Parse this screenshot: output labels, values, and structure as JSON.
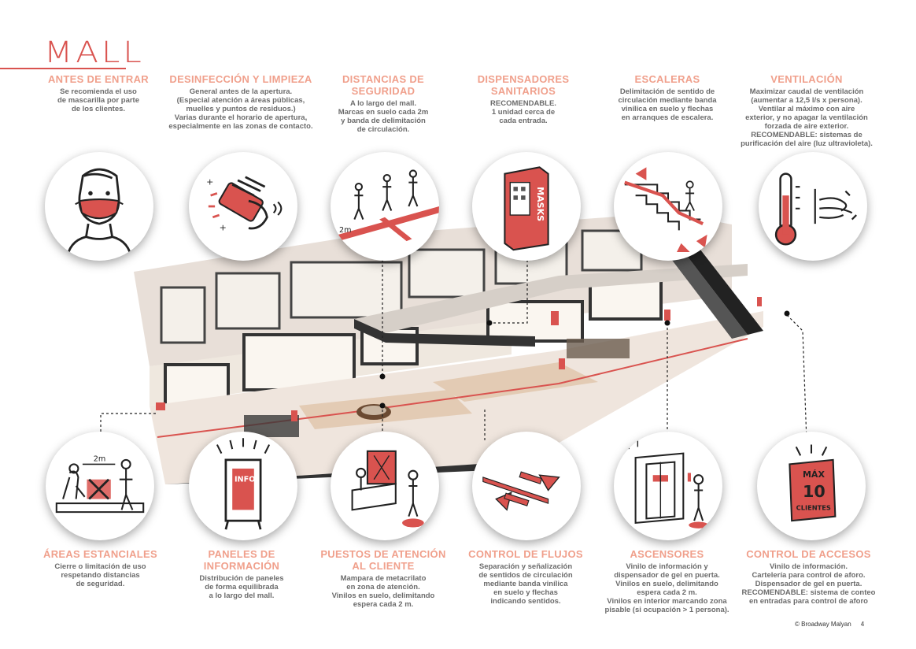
{
  "page": {
    "title": "MALL",
    "credit": "© Broadway Malyan",
    "page_number": "4"
  },
  "colors": {
    "accent": "#d9534f",
    "heading": "#f0a08c",
    "text": "#6b6b6b"
  },
  "top_blocks": [
    {
      "heading": "ANTES DE ENTRAR",
      "lines": [
        "Se recomienda el uso",
        "de mascarilla por parte",
        "de los clientes."
      ],
      "icon": "face-mask-icon"
    },
    {
      "heading": "DESINFECCIÓN Y LIMPIEZA",
      "lines": [
        "General antes de la apertura.",
        "(Especial atención a áreas públicas,",
        "muelles y puntos de residuos.)",
        "Varias durante el horario de apertura,",
        "especialmente en las zonas de contacto."
      ],
      "icon": "cleaning-hand-icon"
    },
    {
      "heading_lines": [
        "DISTANCIAS DE",
        "SEGURIDAD"
      ],
      "lines": [
        "A lo largo del mall.",
        "Marcas en suelo cada 2m",
        "y banda de delimitación",
        "de circulación."
      ],
      "icon": "distance-people-icon",
      "floor_mark": "2m"
    },
    {
      "heading_lines": [
        "DISPENSADORES",
        "SANITARIOS"
      ],
      "lines": [
        "RECOMENDABLE.",
        "1 unidad cerca de",
        "cada entrada."
      ],
      "icon": "mask-dispenser-icon",
      "machine_label": "MASKS"
    },
    {
      "heading": "ESCALERAS",
      "lines": [
        "Delimitación de sentido de",
        "circulación mediante banda",
        "vinílica en suelo y flechas",
        "en arranques de escalera."
      ],
      "icon": "escalator-icon"
    },
    {
      "heading": "VENTILACIÓN",
      "lines": [
        "Maximizar caudal de ventilación",
        "(aumentar a 12,5 l/s x persona).",
        "Ventilar al máximo con aire",
        "exterior, y no apagar la ventilación",
        "forzada de aire exterior.",
        "RECOMENDABLE: sistemas de",
        "purificación del aire (luz ultravioleta)."
      ],
      "icon": "thermometer-airflow-icon"
    }
  ],
  "bottom_blocks": [
    {
      "heading": "ÁREAS ESTANCIALES",
      "lines": [
        "Cierre o limitación de uso",
        "respetando distancias",
        "de seguridad."
      ],
      "icon": "bench-distance-icon",
      "floor_mark": "2m"
    },
    {
      "heading_lines": [
        "PANELES DE",
        "INFORMACIÓN"
      ],
      "lines": [
        "Distribución de paneles",
        "de forma equilibrada",
        "a lo largo del mall."
      ],
      "icon": "info-panel-icon",
      "panel_label": "INFO"
    },
    {
      "heading_lines": [
        "PUESTOS DE ATENCIÓN",
        "AL CLIENTE"
      ],
      "lines": [
        "Mampara de metacrilato",
        "en zona de atención.",
        "Vinilos en suelo, delimitando",
        "espera cada 2 m."
      ],
      "icon": "service-desk-icon"
    },
    {
      "heading": "CONTROL DE FLUJOS",
      "lines": [
        "Separación y señalización",
        "de sentidos de circulación",
        "mediante banda vinílica",
        "en suelo y flechas",
        "indicando sentidos."
      ],
      "icon": "flow-arrows-icon"
    },
    {
      "heading": "ASCENSORES",
      "lines": [
        "Vinilo de información y",
        "dispensador de gel en puerta.",
        "Vinilos en suelo, delimitando",
        "espera cada 2 m.",
        "Vinilos en interior marcando zona",
        "pisable (si ocupación > 1 persona)."
      ],
      "icon": "elevator-icon"
    },
    {
      "heading": "CONTROL DE ACCESOS",
      "lines": [
        "Vinilo de información.",
        "Cartelería para control de aforo.",
        "Dispensador de gel en puerta.",
        "RECOMENDABLE: sistema de conteo",
        "en entradas para control de aforo"
      ],
      "icon": "capacity-sign-icon",
      "sign_lines": [
        "MÁX",
        "10",
        "CLIENTES"
      ]
    }
  ]
}
